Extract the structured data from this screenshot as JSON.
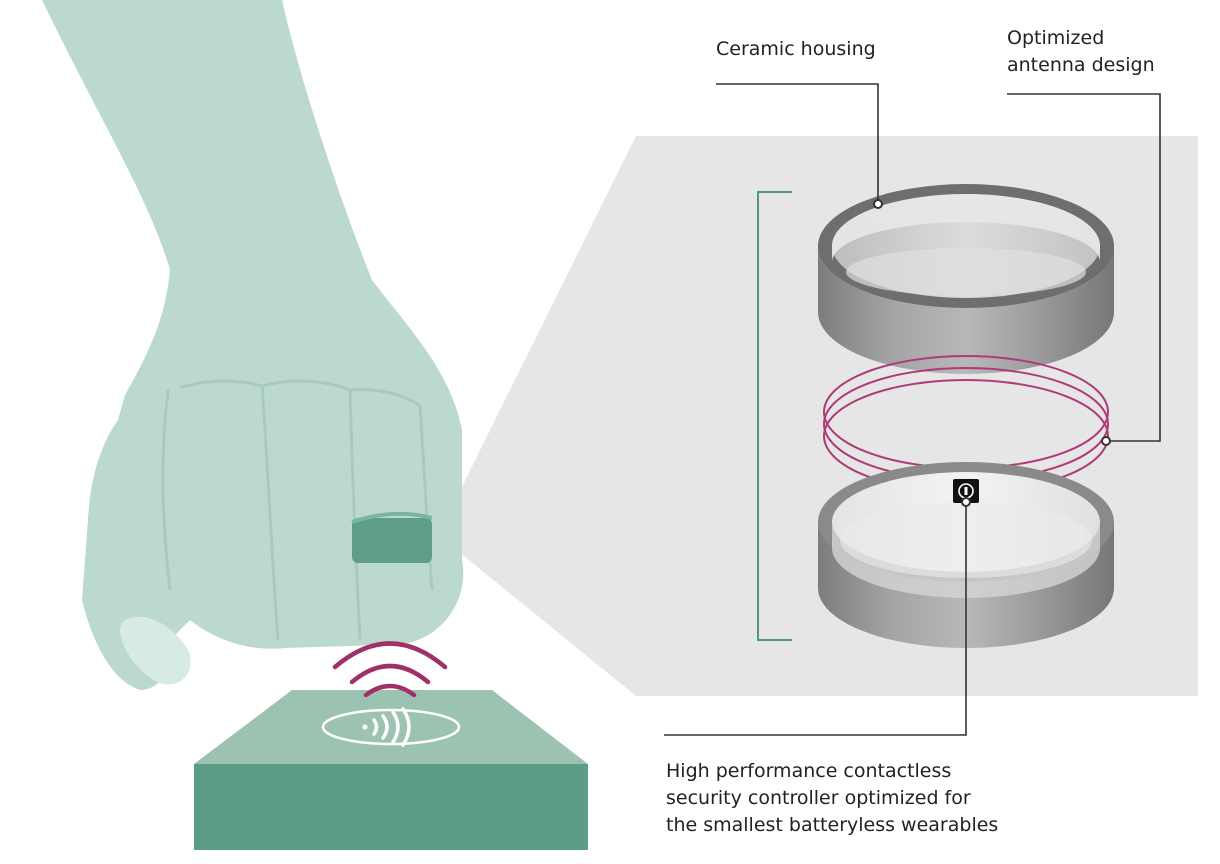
{
  "labels": {
    "ceramic_housing": "Ceramic housing",
    "antenna": "Optimized\nantenna design",
    "controller": "High performance contactless\nsecurity controller optimized for\nthe smallest batteryless wearables"
  },
  "colors": {
    "hand": "#bcd9cd",
    "hand_shadow": "#a9cbbd",
    "ring_on_finger": "#5f9e86",
    "reader_top": "#9cc3b2",
    "reader_front": "#5c9d86",
    "wave": "#a0306a",
    "antenna": "#b03a78",
    "panel": "#e6e6e6",
    "housing_dark": "#6e6e6e",
    "bracket": "#4f9a80",
    "leader": "#333333"
  },
  "icons": {
    "contactless": "contactless-wave-icon",
    "chip": "chip-icon"
  }
}
